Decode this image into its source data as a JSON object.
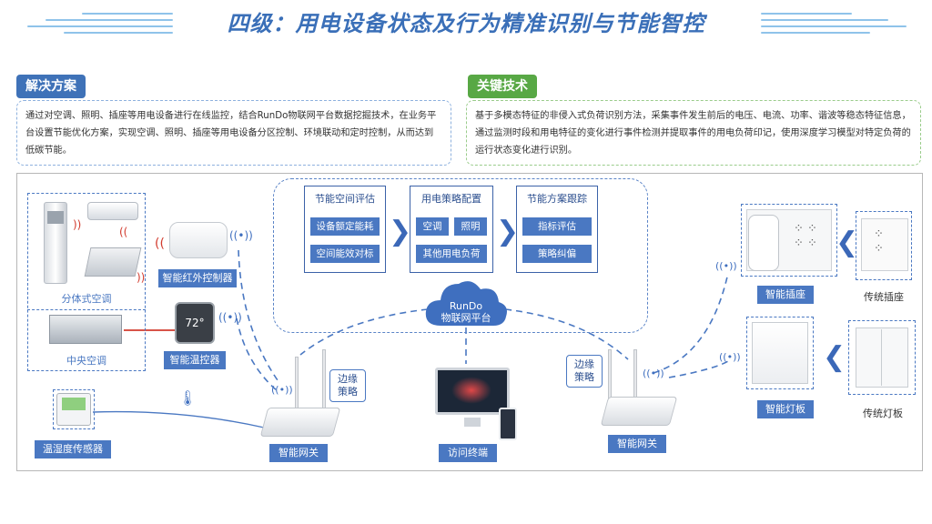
{
  "title": "四级：用电设备状态及行为精准识别与节能智控",
  "solution": {
    "tag": "解决方案",
    "text": "通过对空调、照明、插座等用电设备进行在线监控，结合RunDo物联网平台数据挖掘技术，在业务平台设置节能优化方案，实现空调、照明、插座等用电设备分区控制、环境联动和定时控制，从而达到低碳节能。"
  },
  "tech": {
    "tag": "关键技术",
    "text": "基于多模态特征的非侵入式负荷识别方法，采集事件发生前后的电压、电流、功率、谐波等稳态特征信息，通过监测时段和用电特征的变化进行事件检测并提取事件的用电负荷印记，使用深度学习模型对特定负荷的运行状态变化进行识别。"
  },
  "strategy": {
    "box1": {
      "title": "节能空间评估",
      "btn1": "设备额定能耗",
      "btn2": "空间能效对标"
    },
    "box2": {
      "title": "用电策略配置",
      "btn1": "空调",
      "btn2": "照明",
      "btn3": "其他用电负荷"
    },
    "box3": {
      "title": "节能方案跟踪",
      "btn1": "指标评估",
      "btn2": "策略纠偏"
    }
  },
  "cloud": {
    "line1": "RunDo",
    "line2": "物联网平台"
  },
  "devices": {
    "split_ac": "分体式空调",
    "central_ac": "中央空调",
    "ir_controller": "智能红外控制器",
    "thermostat": "智能温控器",
    "thermostat_display": "72°",
    "th_sensor": "温湿度传感器",
    "gateway_left": "智能网关",
    "gateway_right": "智能网关",
    "edge_left": "边缘\n策略",
    "edge_right": "边缘\n策略",
    "terminal": "访问终端",
    "smart_socket": "智能插座",
    "traditional_socket": "传统插座",
    "smart_panel": "智能灯板",
    "traditional_switch": "传统灯板"
  },
  "colors": {
    "primary": "#4a78c2",
    "green": "#58a845",
    "title": "#3a6fb8"
  }
}
